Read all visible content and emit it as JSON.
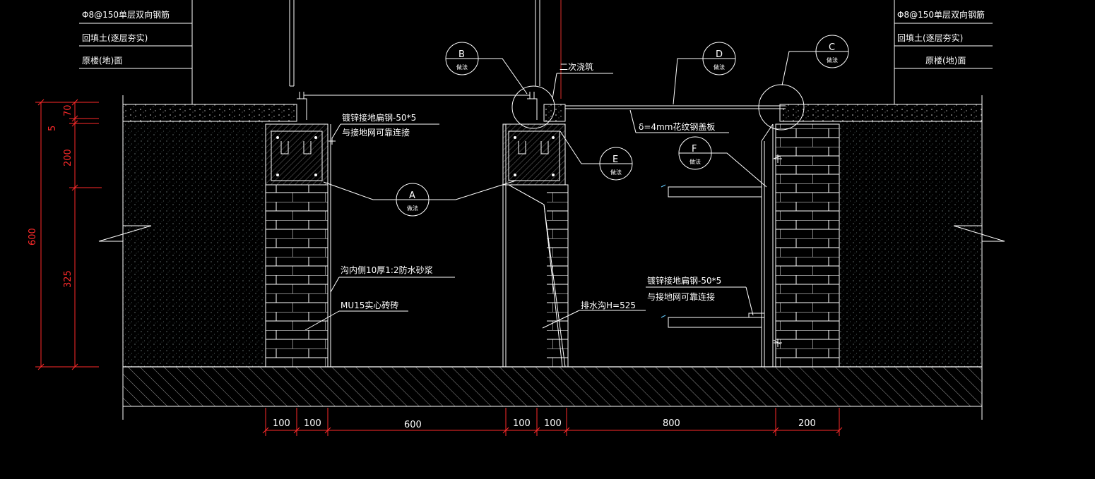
{
  "labels": {
    "rebar_left": "Φ8@150单层双向钢筋",
    "backfill_left": "回填土(逐层夯实)",
    "floor_left": "原楼(地)面",
    "rebar_right": "Φ8@150单层双向钢筋",
    "backfill_right": "回填土(逐层夯实)",
    "floor_right": "原楼(地)面",
    "second_pour": "二次浇筑",
    "steel_plate": "δ=4mm花纹钢盖板",
    "flat_steel_top_1": "镀锌接地扁钢-50*5",
    "flat_steel_top_2": "与接地网可靠连接",
    "mortar": "沟内侧10厚1:2防水砂浆",
    "brick": "MU15实心砖砖",
    "drain": "排水沟H=525",
    "flat_steel_bot_1": "镀锌接地扁钢-50*5",
    "flat_steel_bot_2": "与接地网可靠连接"
  },
  "callouts": [
    {
      "letter": "A",
      "sub": "做法"
    },
    {
      "letter": "B",
      "sub": "做法"
    },
    {
      "letter": "C",
      "sub": "做法"
    },
    {
      "letter": "D",
      "sub": "做法"
    },
    {
      "letter": "E",
      "sub": "做法"
    },
    {
      "letter": "F",
      "sub": "做法"
    }
  ],
  "dims_bottom": [
    "100",
    "100",
    "600",
    "100",
    "100",
    "800",
    "200"
  ],
  "dims_left_inner": [
    "70",
    "5",
    "200",
    "325"
  ],
  "dims_left_outer": [
    "600"
  ],
  "colors": {
    "background": "#000000",
    "lines": "#ffffff",
    "dimension": "#ff2a2a"
  }
}
